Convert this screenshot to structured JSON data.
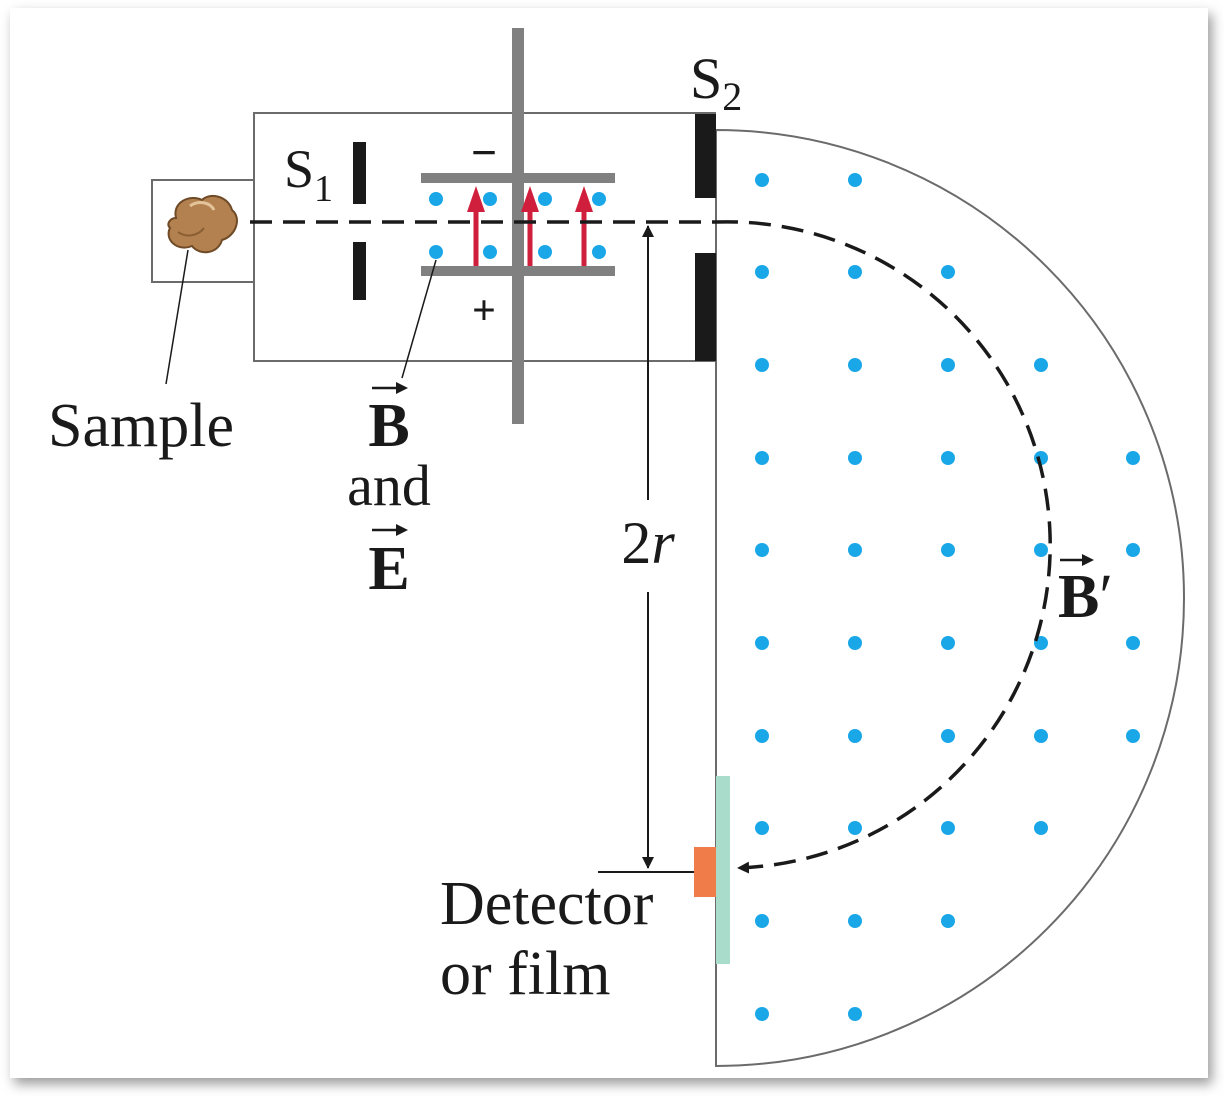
{
  "labels": {
    "s1_letter": "S",
    "s1_sub": "1",
    "s2_letter": "S",
    "s2_sub": "2",
    "minus": "−",
    "plus": "+",
    "sample": "Sample",
    "b_field": "B",
    "and": "and",
    "e_field": "E",
    "diameter_num": "2",
    "diameter_var": "r",
    "b_prime": "B",
    "b_prime_mark": "′",
    "detector_line1": "Detector",
    "detector_line2": "or film"
  },
  "colors": {
    "outline": "#6b6b6b",
    "plate": "#808080",
    "slit": "#1a1a1a",
    "field_dot": "#1aa7e8",
    "e_field_arrow": "#d01f3c",
    "sample": "#b3814f",
    "detector": "#f07c4a",
    "film": "#a9dccb",
    "path": "#1a1a1a"
  }
}
